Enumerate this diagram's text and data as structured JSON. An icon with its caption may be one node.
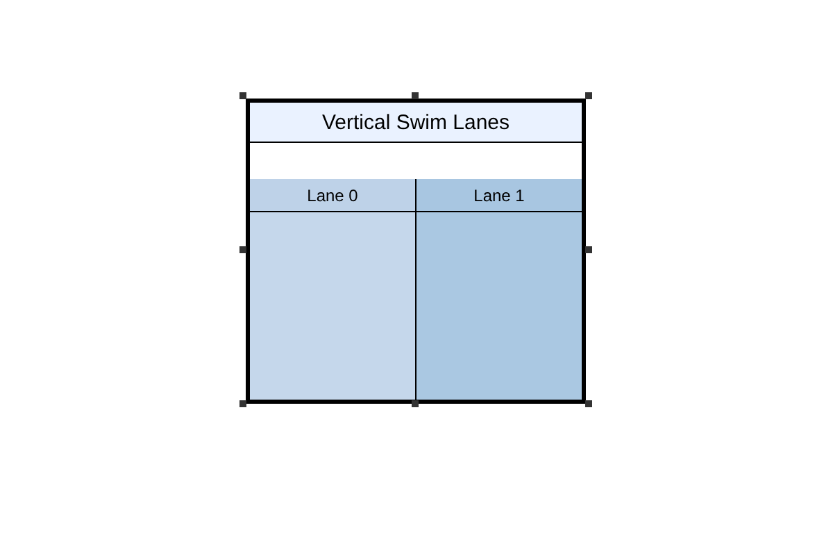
{
  "diagram": {
    "nodes": [
      {
        "text": [
          "Vertical Swim Lanes"
        ]
      },
      {
        "text": [
          "Lane 0"
        ],
        "in": 0
      },
      {
        "text": [
          "Lane 1"
        ],
        "in": 0
      }
    ]
  }
}
